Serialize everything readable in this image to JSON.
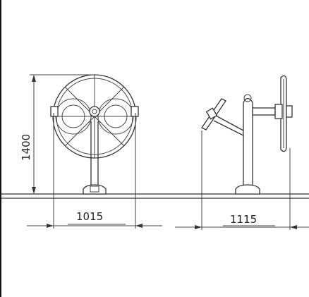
{
  "dimensions": {
    "height": "1400",
    "front_width": "1015",
    "side_width": "1115"
  },
  "icons": {
    "front_view": "wheel-on-post-icon",
    "side_view": "post-with-two-wheels-icon"
  }
}
